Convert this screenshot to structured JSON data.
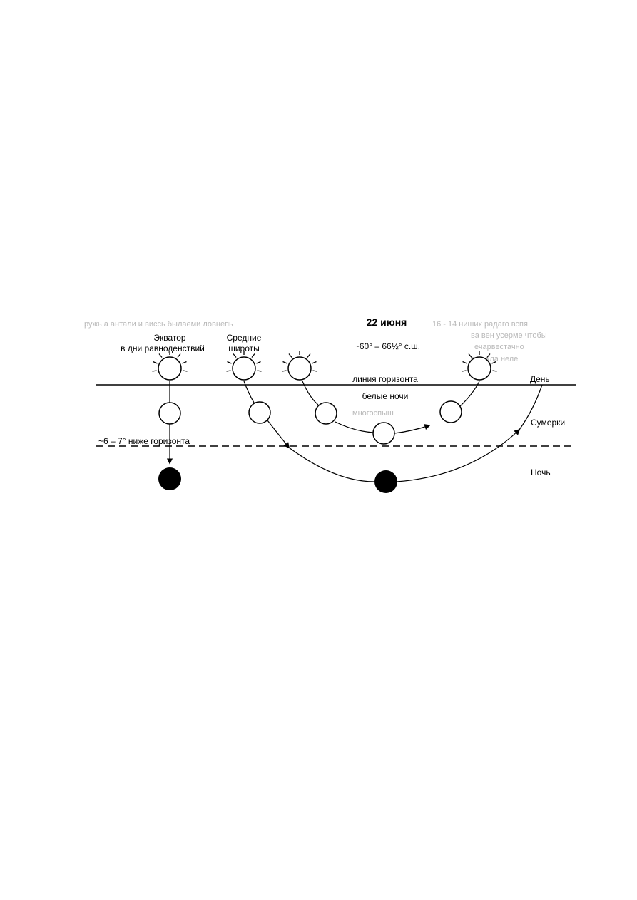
{
  "labels": {
    "equator": "Экватор",
    "equinox": "в дни равноденствий",
    "mid_lat_1": "Средние",
    "mid_lat_2": "широты",
    "date": "22 июня",
    "latitude": "~60° – 66½° с.ш.",
    "horizon": "линия горизонта",
    "white_nights": "белые ночи",
    "below_horizon": "~6 – 7° ниже горизонта",
    "day": "День",
    "twilight": "Сумерки",
    "night": "Ночь"
  },
  "faint_text": {
    "left_top": "ружь а антали и виссь былаеми ловнепь",
    "right_top": "16 - 14 ниших радаго вспя",
    "right_2": "ва вен усерме чтобы",
    "right_3": "ечарвестачно",
    "right_4": "ора кла неле",
    "inner": "многоспыш"
  },
  "colors": {
    "ink": "#000000",
    "sun_fill": "#ffffff",
    "night_sun": "#000000",
    "faint": "#b9b9b9"
  }
}
